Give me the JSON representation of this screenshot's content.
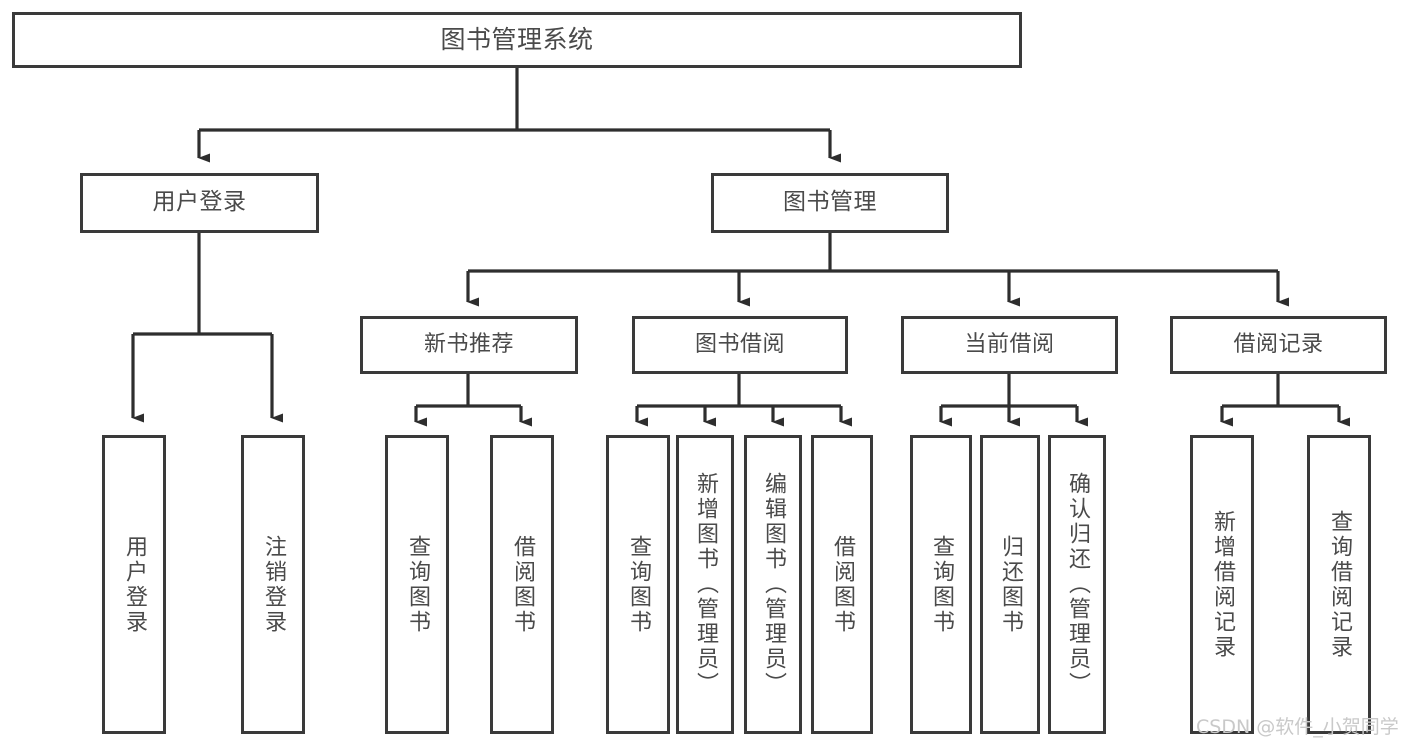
{
  "diagram": {
    "title": "图书管理系统",
    "type": "tree-hierarchy-chart",
    "colors": {
      "border": "#3a3a3a",
      "text": "#4a4a4a",
      "background": "#ffffff",
      "connector": "#2e2e2e",
      "watermark": "#c9c9c9"
    },
    "root": {
      "label": "图书管理系统"
    },
    "level2": [
      {
        "label": "用户登录"
      },
      {
        "label": "图书管理"
      }
    ],
    "level3": [
      {
        "label": "新书推荐"
      },
      {
        "label": "图书借阅"
      },
      {
        "label": "当前借阅"
      },
      {
        "label": "借阅记录"
      }
    ],
    "leaves": {
      "user_login": [
        {
          "label": "用户登录"
        },
        {
          "label": "注销登录"
        }
      ],
      "new_book_recommend": [
        {
          "label": "查询图书"
        },
        {
          "label": "借阅图书"
        }
      ],
      "book_borrow": [
        {
          "label": "查询图书"
        },
        {
          "label": "新增图书（管理员）"
        },
        {
          "label": "编辑图书（管理员）"
        },
        {
          "label": "借阅图书"
        }
      ],
      "current_borrow": [
        {
          "label": "查询图书"
        },
        {
          "label": "归还图书"
        },
        {
          "label": "确认归还（管理员）"
        }
      ],
      "borrow_record": [
        {
          "label": "新增借阅记录"
        },
        {
          "label": "查询借阅记录"
        }
      ]
    }
  },
  "watermark": {
    "text": "CSDN @软件_小贺同学"
  }
}
